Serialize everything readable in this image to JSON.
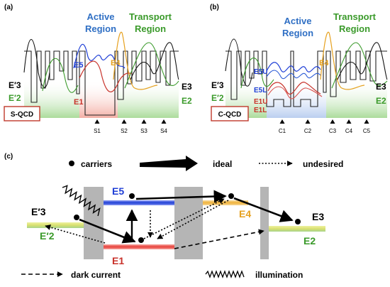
{
  "panels": {
    "a": {
      "tag": "(a)",
      "active_region": [
        "Active",
        "Region"
      ],
      "transport_region": [
        "Transport",
        "Region"
      ],
      "box_label": "S-QCD",
      "levels": {
        "e3p": "E′3",
        "e2p": "E′2",
        "e5": "E5",
        "e4": "E4",
        "e1": "E1",
        "e3": "E3",
        "e2": "E2"
      },
      "markers": [
        "S1",
        "S2",
        "S3",
        "S4"
      ]
    },
    "b": {
      "tag": "(b)",
      "active_region": [
        "Active",
        "Region"
      ],
      "transport_region": [
        "Transport",
        "Region"
      ],
      "box_label": "C-QCD",
      "levels": {
        "e3p": "E′3",
        "e2p": "E′2",
        "e5u": "E5U",
        "e5l": "E5L",
        "e1u": "E1U",
        "e1l": "E1L",
        "e4": "E4",
        "e3": "E3",
        "e2": "E2"
      },
      "markers": [
        "C1",
        "C2",
        "C3",
        "C4",
        "C5"
      ]
    },
    "c": {
      "tag": "(c)",
      "legend_top": {
        "carriers": "carriers",
        "ideal": "ideal",
        "undesired": "undesired"
      },
      "legend_bottom": {
        "dark_current": "dark current",
        "illumination": "illumination"
      },
      "levels": {
        "e3p": "E′3",
        "e2p": "E′2",
        "e5": "E5",
        "e4": "E4",
        "e1": "E1",
        "e3": "E3",
        "e2": "E2"
      }
    }
  },
  "colors": {
    "blue": "#1f3fd6",
    "active_blue": "#2f6fc4",
    "green": "#3a9a2a",
    "orange": "#e6a11f",
    "red": "#c8322a",
    "barrier": "#b5b5b5"
  }
}
